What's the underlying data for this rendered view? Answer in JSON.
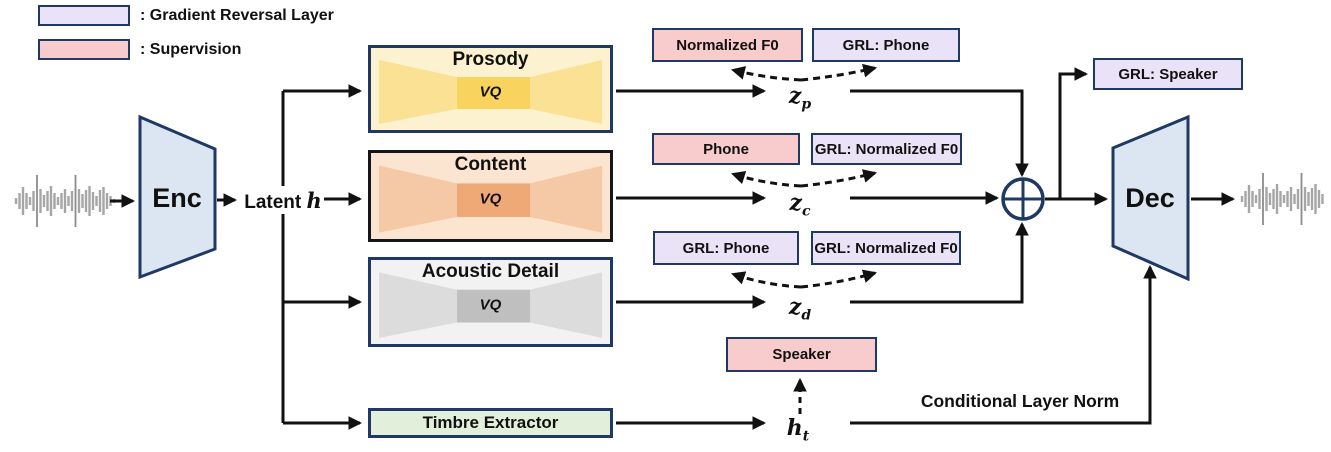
{
  "legend": {
    "items": [
      {
        "label": ": Gradient Reversal Layer",
        "type": "grl"
      },
      {
        "label": ": Supervision",
        "type": "supervision"
      }
    ]
  },
  "encoder": {
    "label": "Enc"
  },
  "decoder": {
    "label": "Dec"
  },
  "latent": {
    "text": "Latent",
    "var": "h"
  },
  "modules": [
    {
      "title": "Prosody",
      "vq_label": "VQ",
      "outer": "#FDF2CF",
      "mid": "#FBE193",
      "inner": "#F8D45F"
    },
    {
      "title": "Content",
      "vq_label": "VQ",
      "outer": "#FBE5D0",
      "mid": "#F5C9A5",
      "inner": "#EFA977"
    },
    {
      "title": "Acoustic Detail",
      "vq_label": "VQ",
      "outer": "#F2F2F2",
      "mid": "#DCDCDC",
      "inner": "#BFBFBF"
    }
  ],
  "timbre": {
    "title": "Timbre Extractor"
  },
  "tags": [
    {
      "label": "Normalized F0",
      "type": "supervision"
    },
    {
      "label": "GRL: Phone",
      "type": "grl"
    },
    {
      "label": "Phone",
      "type": "supervision"
    },
    {
      "label": "GRL: Normalized F0",
      "type": "grl"
    },
    {
      "label": "GRL: Phone",
      "type": "grl"
    },
    {
      "label": "GRL: Normalized F0",
      "type": "grl"
    },
    {
      "label": "Speaker",
      "type": "supervision"
    },
    {
      "label": "GRL: Speaker",
      "type": "grl"
    }
  ],
  "latents": [
    {
      "main": "z",
      "sub": "p"
    },
    {
      "main": "z",
      "sub": "c"
    },
    {
      "main": "z",
      "sub": "d"
    },
    {
      "main": "h",
      "sub": "t"
    }
  ],
  "notes": {
    "conditional_layer_norm": "Conditional Layer Norm"
  },
  "colors": {
    "border_navy": "#1F3864",
    "line_black": "#111111",
    "grl": "#EAE3F8",
    "supervision": "#F8CBCC",
    "enc_dec_fill": "#DCE6F2",
    "timbre_fill": "#E2EFDA",
    "waveform_gray": "#A6A6A6",
    "waveform_spike_gray": "#8C8C8C"
  }
}
